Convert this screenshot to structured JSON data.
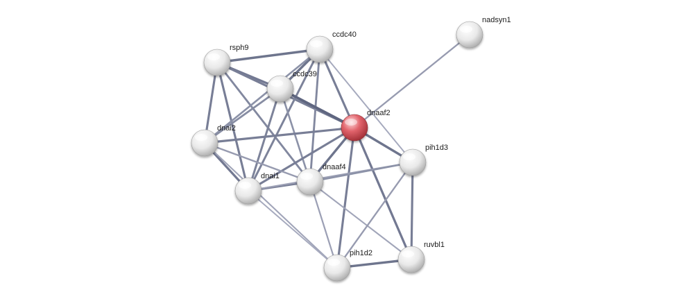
{
  "nodes": [
    {
      "id": "nadsyn1",
      "label": "nadsyn1",
      "color": "#f2f2f2",
      "query": false
    },
    {
      "id": "ccdc40",
      "label": "ccdc40",
      "color": "#f2f2f2",
      "query": false
    },
    {
      "id": "rsph9",
      "label": "rsph9",
      "color": "#f2f2f2",
      "query": false
    },
    {
      "id": "ccdc39",
      "label": "ccdc39",
      "color": "#f2f2f2",
      "query": false
    },
    {
      "id": "dnaaf2",
      "label": "dnaaf2",
      "color": "#d9474f",
      "query": true
    },
    {
      "id": "dnai2",
      "label": "dnai2",
      "color": "#f2f2f2",
      "query": false
    },
    {
      "id": "pih1d3",
      "label": "pih1d3",
      "color": "#f2f2f2",
      "query": false
    },
    {
      "id": "dnai1",
      "label": "dnai1",
      "color": "#f2f2f2",
      "query": false
    },
    {
      "id": "dnaaf4",
      "label": "dnaaf4",
      "color": "#f2f2f2",
      "query": false
    },
    {
      "id": "ruvbl1",
      "label": "ruvbl1",
      "color": "#f2f2f2",
      "query": false
    },
    {
      "id": "pih1d2",
      "label": "pih1d2",
      "color": "#f2f2f2",
      "query": false
    }
  ],
  "edges": [
    {
      "source": "dnaaf2",
      "target": "nadsyn1",
      "strength": 0.45
    },
    {
      "source": "rsph9",
      "target": "ccdc40",
      "strength": 0.85
    },
    {
      "source": "rsph9",
      "target": "ccdc39",
      "strength": 0.8
    },
    {
      "source": "rsph9",
      "target": "dnaaf2",
      "strength": 0.75
    },
    {
      "source": "rsph9",
      "target": "dnai2",
      "strength": 0.75
    },
    {
      "source": "rsph9",
      "target": "dnai1",
      "strength": 0.75
    },
    {
      "source": "rsph9",
      "target": "dnaaf4",
      "strength": 0.65
    },
    {
      "source": "ccdc40",
      "target": "ccdc39",
      "strength": 0.85
    },
    {
      "source": "ccdc40",
      "target": "dnaaf2",
      "strength": 0.75
    },
    {
      "source": "ccdc40",
      "target": "dnai2",
      "strength": 0.55
    },
    {
      "source": "ccdc40",
      "target": "dnai1",
      "strength": 0.7
    },
    {
      "source": "ccdc40",
      "target": "dnaaf4",
      "strength": 0.65
    },
    {
      "source": "ccdc40",
      "target": "pih1d3",
      "strength": 0.3
    },
    {
      "source": "ccdc39",
      "target": "dnaaf2",
      "strength": 1.0
    },
    {
      "source": "ccdc39",
      "target": "dnai2",
      "strength": 0.6
    },
    {
      "source": "ccdc39",
      "target": "dnai1",
      "strength": 0.7
    },
    {
      "source": "ccdc39",
      "target": "dnaaf4",
      "strength": 0.55
    },
    {
      "source": "dnaaf2",
      "target": "dnai2",
      "strength": 0.75
    },
    {
      "source": "dnaaf2",
      "target": "dnai1",
      "strength": 0.75
    },
    {
      "source": "dnaaf2",
      "target": "dnaaf4",
      "strength": 0.85
    },
    {
      "source": "dnaaf2",
      "target": "pih1d3",
      "strength": 0.85
    },
    {
      "source": "dnaaf2",
      "target": "pih1d2",
      "strength": 0.75
    },
    {
      "source": "dnaaf2",
      "target": "ruvbl1",
      "strength": 0.8
    },
    {
      "source": "dnai2",
      "target": "dnai1",
      "strength": 0.8
    },
    {
      "source": "dnai2",
      "target": "dnaaf4",
      "strength": 0.45
    },
    {
      "source": "dnai2",
      "target": "pih1d2",
      "strength": 0.35
    },
    {
      "source": "dnai1",
      "target": "dnaaf4",
      "strength": 0.75
    },
    {
      "source": "dnai1",
      "target": "pih1d3",
      "strength": 0.4
    },
    {
      "source": "dnai1",
      "target": "pih1d2",
      "strength": 0.3
    },
    {
      "source": "dnaaf4",
      "target": "pih1d3",
      "strength": 0.55
    },
    {
      "source": "dnaaf4",
      "target": "pih1d2",
      "strength": 0.4
    },
    {
      "source": "dnaaf4",
      "target": "ruvbl1",
      "strength": 0.35
    },
    {
      "source": "pih1d3",
      "target": "ruvbl1",
      "strength": 0.75
    },
    {
      "source": "pih1d3",
      "target": "pih1d2",
      "strength": 0.45
    },
    {
      "source": "ruvbl1",
      "target": "pih1d2",
      "strength": 0.85
    }
  ],
  "colors": {
    "edge_strong": "#5f6680",
    "edge_weak": "#c4c7d8",
    "node_default": "#f2f2f2",
    "node_query": "#d9474f"
  }
}
